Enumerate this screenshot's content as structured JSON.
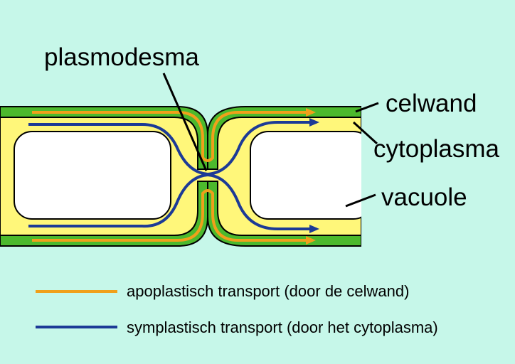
{
  "labels": {
    "plasmodesma": "plasmodesma",
    "celwand": "celwand",
    "cytoplasma": "cytoplasma",
    "vacuole": "vacuole"
  },
  "legend": [
    {
      "label": "apoplastisch transport (door de celwand)",
      "color": "#f0a01a"
    },
    {
      "label": "symplastisch transport (door het cytoplasma)",
      "color": "#1c3a96"
    }
  ],
  "colors": {
    "background": "#c6f7e9",
    "cellwall": "#4cb92d",
    "cytoplasm": "#fff77a",
    "vacuole": "#ffffff"
  }
}
